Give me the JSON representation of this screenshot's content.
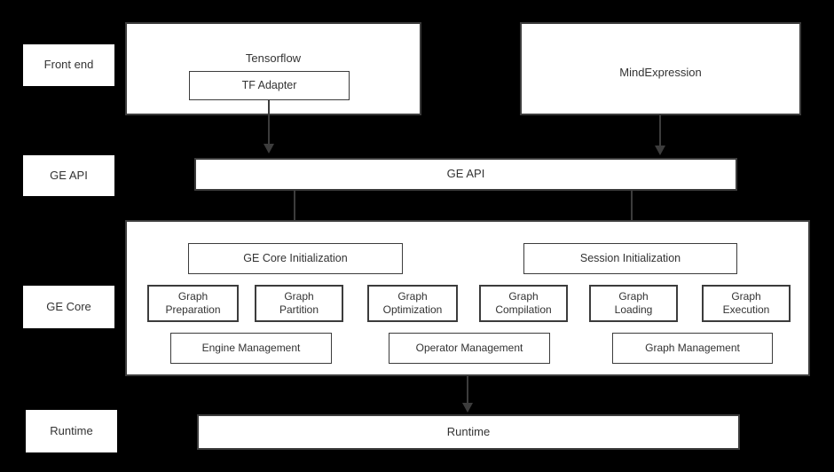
{
  "diagram": {
    "background_color": "#000000",
    "box_fill": "#ffffff",
    "stroke_color": "#3c3c3c",
    "text_color": "#333333",
    "layer_labels": [
      {
        "id": "front-end",
        "text": "Front end"
      },
      {
        "id": "ge-api",
        "text": "GE API"
      },
      {
        "id": "ge-core",
        "text": "GE Core"
      },
      {
        "id": "runtime",
        "text": "Runtime"
      }
    ],
    "front_end": {
      "tensorflow": {
        "title": "Tensorflow",
        "adapter": "TF Adapter"
      },
      "mindexpression": {
        "title": "MindExpression"
      }
    },
    "ge_api_bar": {
      "label": "GE API"
    },
    "ge_core": {
      "init_boxes": [
        {
          "id": "ge-core-initialization",
          "label": "GE Core Initialization"
        },
        {
          "id": "session-initialization",
          "label": "Session Initialization"
        }
      ],
      "stage_boxes": [
        {
          "id": "graph-preparation",
          "label": "Graph\nPreparation"
        },
        {
          "id": "graph-partition",
          "label": "Graph\nPartition"
        },
        {
          "id": "graph-optimization",
          "label": "Graph\nOptimization"
        },
        {
          "id": "graph-compilation",
          "label": "Graph\nCompilation"
        },
        {
          "id": "graph-loading",
          "label": "Graph\nLoading"
        },
        {
          "id": "graph-execution",
          "label": "Graph\nExecution"
        }
      ],
      "management_boxes": [
        {
          "id": "engine-management",
          "label": "Engine Management"
        },
        {
          "id": "operator-management",
          "label": "Operator Management"
        },
        {
          "id": "graph-management",
          "label": "Graph Management"
        }
      ]
    },
    "runtime_bar": {
      "label": "Runtime"
    }
  }
}
